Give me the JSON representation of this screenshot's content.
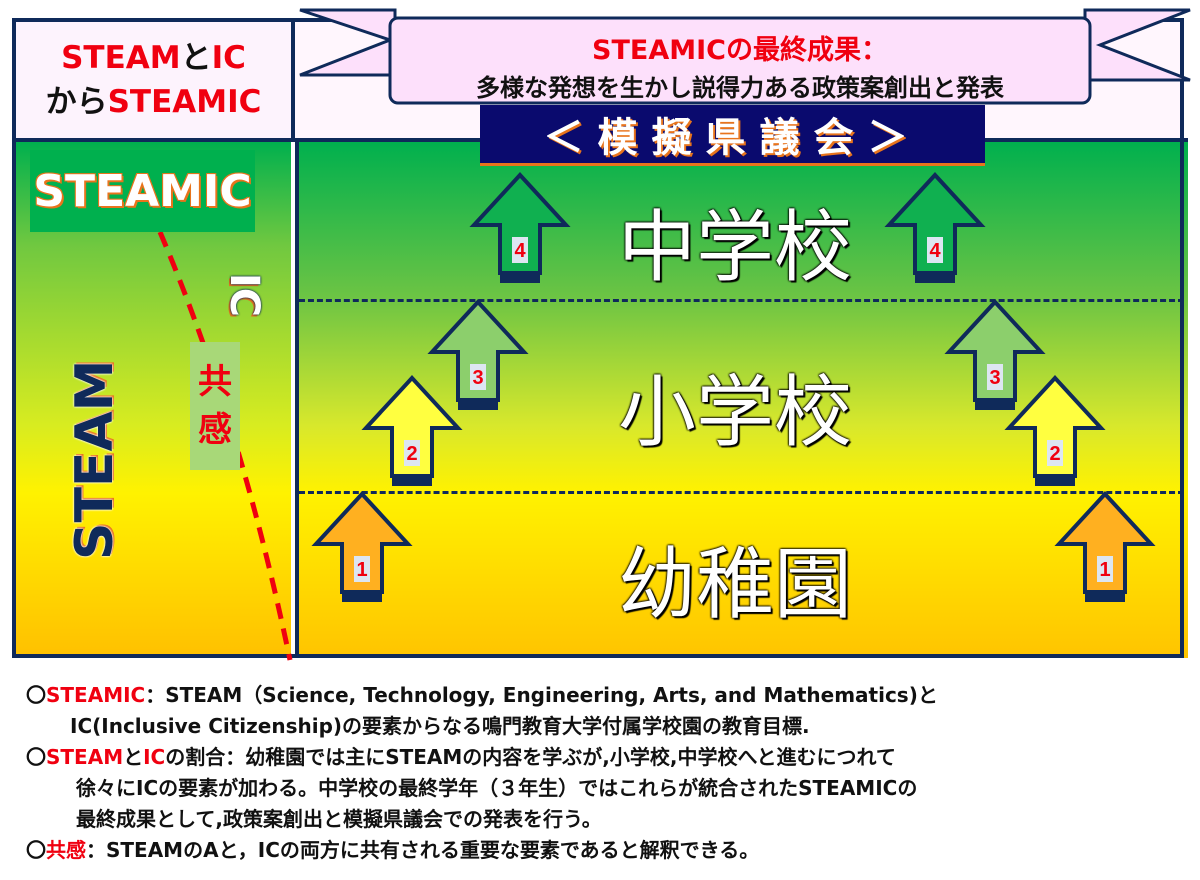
{
  "header": {
    "left_line1_a": "STEAM",
    "left_line1_b": "と",
    "left_line1_c": "IC",
    "left_line2_a": "から",
    "left_line2_b": "STEAMIC",
    "banner_title": "STEAMICの最終成果：",
    "banner_subtitle": "多様な発想を生かし説得力ある政策案創出と発表",
    "assembly": "＜模擬県議会＞"
  },
  "left_column": {
    "steamic": "STEAMIC",
    "ic": "IC",
    "steam": "STEAM",
    "kyokan_1": "共",
    "kyokan_2": "感"
  },
  "stages": {
    "junior_high": "中学校",
    "elementary": "小学校",
    "kindergarten": "幼稚園"
  },
  "arrows": [
    {
      "label": "1",
      "color": "#ffb020"
    },
    {
      "label": "2",
      "color": "#ffff40"
    },
    {
      "label": "3",
      "color": "#8ccf6c"
    },
    {
      "label": "4",
      "color": "#10b050"
    }
  ],
  "notes": {
    "n1_mark": "〇",
    "n1_term": "STEAMIC",
    "n1_text": "：STEAM（Science, Technology, Engineering, Arts, and Mathematics)と",
    "n1_cont": "IC(Inclusive Citizenship)の要素からなる鳴門教育大学付属学校園の教育目標.",
    "n2_mark": "〇",
    "n2_term_a": "STEAM",
    "n2_mid": "と",
    "n2_term_b": "IC",
    "n2_text": "の割合：幼稚園では主にSTEAMの内容を学ぶが,小学校,中学校へと進むにつれて",
    "n2_cont1": "徐々にICの要素が加わる。中学校の最終学年（３年生）ではこれらが統合されたSTEAMICの",
    "n2_cont2": "最終成果として,政策案創出と模擬県議会での発表を行う。",
    "n3_mark": "〇",
    "n3_term": "共感",
    "n3_text": "：STEAMのAと，ICの両方に共有される重要な要素であると解釈できる。"
  }
}
